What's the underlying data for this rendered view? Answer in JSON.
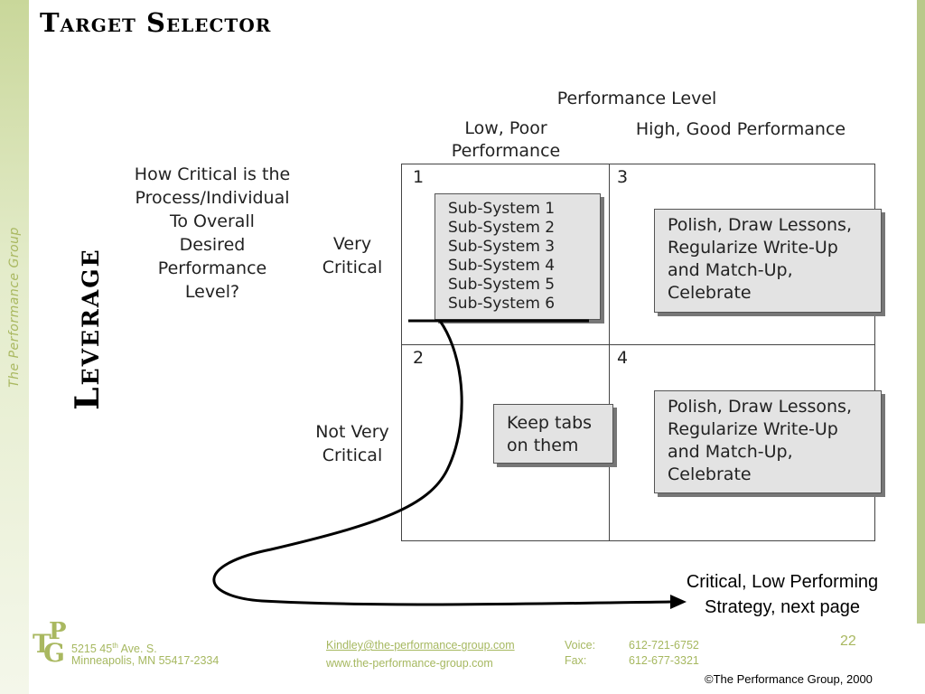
{
  "title": "Target Selector",
  "side_label": "The Performance Group",
  "axis_label": "Leverage",
  "header": {
    "performance_level": "Performance Level",
    "col_low": "Low, Poor\nPerformance",
    "col_high": "High, Good Performance"
  },
  "question": "How Critical is the\nProcess/Individual\nTo Overall\nDesired\nPerformance\nLevel?",
  "rows": {
    "very": "Very\nCritical",
    "not_very": "Not Very\nCritical"
  },
  "quadrants": {
    "q1": {
      "number": "1",
      "items": [
        "Sub-System 1",
        "Sub-System 2",
        "Sub-System 3",
        "Sub-System 4",
        "Sub-System 5",
        "Sub-System 6"
      ]
    },
    "q2": {
      "number": "2",
      "text": "Keep tabs\non them"
    },
    "q3": {
      "number": "3",
      "text": "Polish, Draw Lessons,\nRegularize Write-Up\nand Match-Up,\nCelebrate"
    },
    "q4": {
      "number": "4",
      "text": "Polish, Draw Lessons,\nRegularize Write-Up\nand Match-Up,\nCelebrate"
    }
  },
  "next_label": "Critical, Low Performing\nStrategy, next page",
  "page_number": "22",
  "footer": {
    "address_line1_pre": "5215 45",
    "address_line1_sup": "th",
    "address_line1_post": " Ave. S.",
    "address_line2": "Minneapolis, MN 55417-2334",
    "email": "Kindley@the-performance-group.com",
    "website": "www.the-performance-group.com",
    "voice_label": "Voice:",
    "voice": "612-721-6752",
    "fax_label": "Fax:",
    "fax": "612-677-3321",
    "copyright": "©The Performance Group, 2000"
  },
  "colors": {
    "accent": "#a9b860",
    "box_fill": "#e3e3e3"
  }
}
